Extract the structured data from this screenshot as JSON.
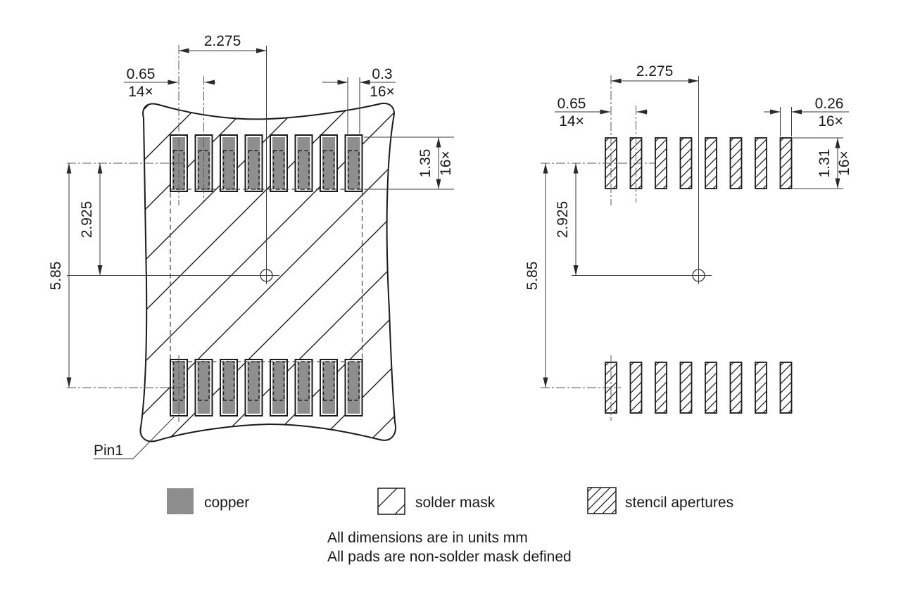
{
  "views": {
    "pcb": {
      "dims": {
        "span_half": "2.275",
        "pitch": "0.65",
        "pitch_count": "14×",
        "pad_width": "0.3",
        "pad_width_count": "16×",
        "pad_height": "1.35",
        "pad_height_count": "16×",
        "row_center": "2.925",
        "row_span": "5.85",
        "pin1_label": "Pin1"
      }
    },
    "stencil": {
      "dims": {
        "span_half": "2.275",
        "pitch": "0.65",
        "pitch_count": "14×",
        "aperture_width": "0.26",
        "aperture_width_count": "16×",
        "aperture_height": "1.31",
        "aperture_height_count": "16×",
        "row_center": "2.925",
        "row_span": "5.85"
      }
    }
  },
  "legend": {
    "copper_label": "copper",
    "solder_mask_label": "solder mask",
    "stencil_apertures_label": "stencil apertures"
  },
  "notes": [
    "All dimensions are in units mm",
    "All pads are non-solder mask defined"
  ],
  "colors": {
    "copper": "#8e8e8e",
    "line": "#1a1a1a"
  }
}
